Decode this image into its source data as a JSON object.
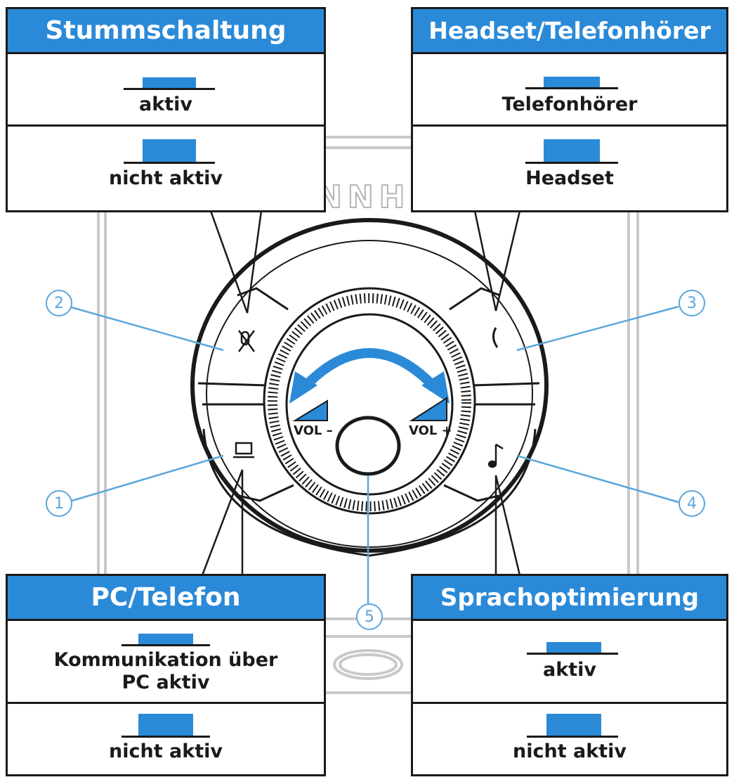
{
  "colors": {
    "accent": "#2b8ad8",
    "outline": "#1a1a1a",
    "callout": "#5aa6db"
  },
  "panels": {
    "mute": {
      "title": "Stummschaltung",
      "rows": [
        {
          "label": "aktiv",
          "state": "pressed"
        },
        {
          "label": "nicht aktiv",
          "state": "released"
        }
      ]
    },
    "headset": {
      "title": "Headset/Telefonhörer",
      "rows": [
        {
          "label": "Telefonhörer",
          "state": "pressed"
        },
        {
          "label": "Headset",
          "state": "released"
        }
      ]
    },
    "pc": {
      "title": "PC/Telefon",
      "rows": [
        {
          "label": "Kommunikation über",
          "label2": "PC aktiv",
          "state": "pressed"
        },
        {
          "label": "nicht aktiv",
          "state": "released"
        }
      ]
    },
    "speech": {
      "title": "Sprachoptimierung",
      "rows": [
        {
          "label": "aktiv",
          "state": "pressed"
        },
        {
          "label": "nicht aktiv",
          "state": "released"
        }
      ]
    }
  },
  "device": {
    "vol_minus": "VOL –",
    "vol_plus": "VOL +",
    "icons": [
      "mute-icon",
      "handset-icon",
      "pc-icon",
      "music-note-icon",
      "volume-knob"
    ],
    "brand_fragment": "NNH"
  },
  "callouts": [
    "1",
    "2",
    "3",
    "4",
    "5"
  ]
}
